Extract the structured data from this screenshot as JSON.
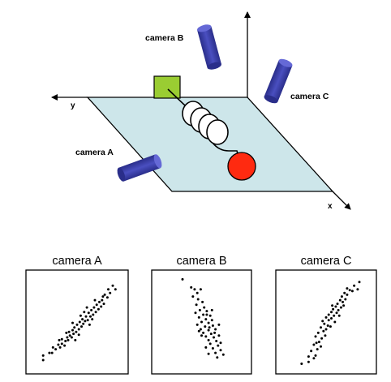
{
  "scene": {
    "camera_a_label": "camera A",
    "camera_b_label": "camera B",
    "camera_c_label": "camera C",
    "axis_x_label": "x",
    "axis_y_label": "y",
    "colors": {
      "table": "#cde6ea",
      "camera": "#3b3fa8",
      "block": "#9acd32",
      "ball": "#ff2a10"
    }
  },
  "chart_data": [
    {
      "type": "scatter",
      "title": "camera A",
      "xlim": [
        0,
        1
      ],
      "ylim": [
        0,
        1
      ],
      "points": [
        [
          0.12,
          0.08
        ],
        [
          0.12,
          0.13
        ],
        [
          0.19,
          0.16
        ],
        [
          0.22,
          0.16
        ],
        [
          0.23,
          0.22
        ],
        [
          0.26,
          0.2
        ],
        [
          0.29,
          0.25
        ],
        [
          0.31,
          0.22
        ],
        [
          0.33,
          0.26
        ],
        [
          0.33,
          0.31
        ],
        [
          0.36,
          0.24
        ],
        [
          0.37,
          0.29
        ],
        [
          0.39,
          0.33
        ],
        [
          0.4,
          0.3
        ],
        [
          0.41,
          0.39
        ],
        [
          0.42,
          0.35
        ],
        [
          0.44,
          0.33
        ],
        [
          0.45,
          0.41
        ],
        [
          0.46,
          0.37
        ],
        [
          0.47,
          0.44
        ],
        [
          0.49,
          0.39
        ],
        [
          0.5,
          0.47
        ],
        [
          0.52,
          0.42
        ],
        [
          0.53,
          0.5
        ],
        [
          0.55,
          0.45
        ],
        [
          0.56,
          0.53
        ],
        [
          0.57,
          0.48
        ],
        [
          0.59,
          0.51
        ],
        [
          0.6,
          0.56
        ],
        [
          0.62,
          0.52
        ],
        [
          0.63,
          0.6
        ],
        [
          0.65,
          0.56
        ],
        [
          0.66,
          0.63
        ],
        [
          0.68,
          0.58
        ],
        [
          0.69,
          0.66
        ],
        [
          0.71,
          0.61
        ],
        [
          0.72,
          0.69
        ],
        [
          0.74,
          0.64
        ],
        [
          0.75,
          0.72
        ],
        [
          0.77,
          0.67
        ],
        [
          0.78,
          0.74
        ],
        [
          0.8,
          0.7
        ],
        [
          0.81,
          0.8
        ],
        [
          0.84,
          0.77
        ],
        [
          0.85,
          0.86
        ],
        [
          0.87,
          0.82
        ],
        [
          0.9,
          0.9
        ],
        [
          0.93,
          0.86
        ],
        [
          0.45,
          0.49
        ],
        [
          0.52,
          0.36
        ],
        [
          0.58,
          0.61
        ],
        [
          0.64,
          0.47
        ],
        [
          0.7,
          0.74
        ],
        [
          0.38,
          0.38
        ],
        [
          0.48,
          0.3
        ],
        [
          0.61,
          0.66
        ],
        [
          0.67,
          0.53
        ],
        [
          0.79,
          0.78
        ],
        [
          0.3,
          0.3
        ],
        [
          0.54,
          0.57
        ]
      ]
    },
    {
      "type": "scatter",
      "title": "camera B",
      "xlim": [
        0,
        1
      ],
      "ylim": [
        0,
        1
      ],
      "points": [
        [
          0.28,
          0.97
        ],
        [
          0.38,
          0.88
        ],
        [
          0.42,
          0.86
        ],
        [
          0.45,
          0.82
        ],
        [
          0.49,
          0.86
        ],
        [
          0.4,
          0.78
        ],
        [
          0.46,
          0.75
        ],
        [
          0.51,
          0.72
        ],
        [
          0.44,
          0.69
        ],
        [
          0.53,
          0.66
        ],
        [
          0.48,
          0.63
        ],
        [
          0.56,
          0.62
        ],
        [
          0.43,
          0.6
        ],
        [
          0.52,
          0.58
        ],
        [
          0.6,
          0.57
        ],
        [
          0.47,
          0.55
        ],
        [
          0.55,
          0.53
        ],
        [
          0.62,
          0.52
        ],
        [
          0.5,
          0.5
        ],
        [
          0.58,
          0.49
        ],
        [
          0.45,
          0.47
        ],
        [
          0.54,
          0.45
        ],
        [
          0.63,
          0.46
        ],
        [
          0.49,
          0.42
        ],
        [
          0.58,
          0.41
        ],
        [
          0.66,
          0.42
        ],
        [
          0.52,
          0.38
        ],
        [
          0.61,
          0.37
        ],
        [
          0.55,
          0.34
        ],
        [
          0.64,
          0.33
        ],
        [
          0.7,
          0.35
        ],
        [
          0.58,
          0.3
        ],
        [
          0.67,
          0.29
        ],
        [
          0.6,
          0.26
        ],
        [
          0.69,
          0.24
        ],
        [
          0.63,
          0.21
        ],
        [
          0.72,
          0.19
        ],
        [
          0.66,
          0.16
        ],
        [
          0.75,
          0.14
        ],
        [
          0.68,
          0.11
        ],
        [
          0.58,
          0.15
        ],
        [
          0.55,
          0.22
        ],
        [
          0.72,
          0.27
        ],
        [
          0.59,
          0.44
        ],
        [
          0.5,
          0.35
        ],
        [
          0.65,
          0.38
        ],
        [
          0.56,
          0.58
        ],
        [
          0.62,
          0.63
        ],
        [
          0.47,
          0.4
        ],
        [
          0.7,
          0.47
        ]
      ]
    },
    {
      "type": "scatter",
      "title": "camera C",
      "xlim": [
        0,
        1
      ],
      "ylim": [
        0,
        1
      ],
      "points": [
        [
          0.22,
          0.04
        ],
        [
          0.3,
          0.06
        ],
        [
          0.3,
          0.12
        ],
        [
          0.33,
          0.18
        ],
        [
          0.38,
          0.13
        ],
        [
          0.4,
          0.2
        ],
        [
          0.36,
          0.25
        ],
        [
          0.42,
          0.28
        ],
        [
          0.38,
          0.34
        ],
        [
          0.45,
          0.32
        ],
        [
          0.41,
          0.38
        ],
        [
          0.47,
          0.4
        ],
        [
          0.44,
          0.44
        ],
        [
          0.5,
          0.42
        ],
        [
          0.48,
          0.48
        ],
        [
          0.52,
          0.46
        ],
        [
          0.46,
          0.51
        ],
        [
          0.53,
          0.52
        ],
        [
          0.5,
          0.55
        ],
        [
          0.56,
          0.54
        ],
        [
          0.53,
          0.58
        ],
        [
          0.59,
          0.57
        ],
        [
          0.56,
          0.61
        ],
        [
          0.62,
          0.6
        ],
        [
          0.58,
          0.64
        ],
        [
          0.64,
          0.63
        ],
        [
          0.61,
          0.67
        ],
        [
          0.67,
          0.66
        ],
        [
          0.63,
          0.7
        ],
        [
          0.69,
          0.72
        ],
        [
          0.66,
          0.74
        ],
        [
          0.72,
          0.75
        ],
        [
          0.68,
          0.78
        ],
        [
          0.74,
          0.8
        ],
        [
          0.71,
          0.82
        ],
        [
          0.77,
          0.85
        ],
        [
          0.74,
          0.87
        ],
        [
          0.8,
          0.84
        ],
        [
          0.82,
          0.9
        ],
        [
          0.86,
          0.86
        ],
        [
          0.88,
          0.94
        ],
        [
          0.44,
          0.23
        ],
        [
          0.49,
          0.35
        ],
        [
          0.55,
          0.45
        ],
        [
          0.6,
          0.5
        ],
        [
          0.65,
          0.57
        ],
        [
          0.39,
          0.27
        ],
        [
          0.57,
          0.68
        ],
        [
          0.7,
          0.68
        ],
        [
          0.36,
          0.1
        ]
      ]
    }
  ]
}
